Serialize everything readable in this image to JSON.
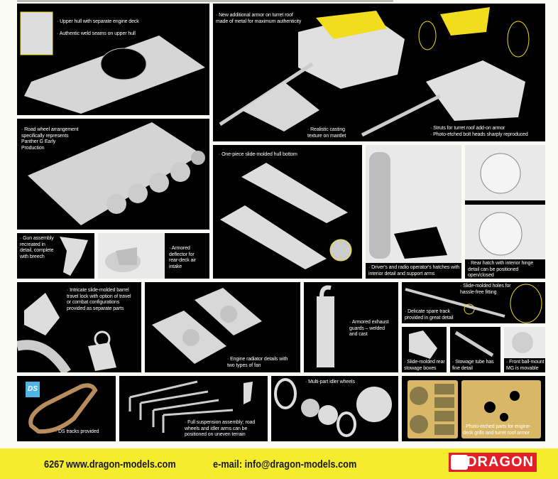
{
  "panels": {
    "upper_hull": [
      "Upper hull with separate engine deck",
      "Authentic weld seams on upper hull"
    ],
    "turret_armor": [
      "New additional armor on turret roof\nmade of metal for maximum authenticity"
    ],
    "mantlet": [
      "Realistic casting\ntexture on mantlet"
    ],
    "struts": [
      "Struts for turret roof add-on armor",
      "Photo-etched bolt heads sharply reproduced"
    ],
    "road_wheel": [
      "Road wheel arrangement\nspecifically represents\nPanther G Early\nProduction"
    ],
    "hull_bottom": [
      "One-piece slide-molded hull bottom"
    ],
    "drivers_hatch": [
      "Driver's and radio operator's hatches with\ninterior detail and support arms"
    ],
    "rear_hatch": [
      "Rear hatch with interior hinge\ndetail can be positioned\nopen/closed"
    ],
    "gun_assembly": [
      "Gun assembly\nrecreated in\ndetail, complete\nwith breech"
    ],
    "deflector": [
      "Armored\ndeflector for\nrear-deck air\nintake"
    ],
    "travel_lock": [
      "Intricate slide-molded barrel\ntravel lock with option of travel\nor combat configurations\nprovided as separate parts"
    ],
    "radiator": [
      "Engine radiator details with\ntwo types of fan"
    ],
    "exhaust": [
      "Armored exhaust\nguards – welded\nand cast"
    ],
    "holes": [
      "Slide-molded holes for\nhassle-free fitting"
    ],
    "spare_track": [
      "Delicate spare track\nprovided in great detail"
    ],
    "stowage_boxes": [
      "Slide-molded rear\nstowage boxes"
    ],
    "stowage_tube": [
      "Stowage tube has\nfine detail"
    ],
    "ball_mount": [
      "Front ball-mount\nMG is movable"
    ],
    "ds_tracks": [
      "DS tracks provided"
    ],
    "suspension": [
      "Full suspension assembly; road\nwheels and idler arms can be\npositioned on uneven terrain"
    ],
    "idler": [
      "Multi-part idler wheels"
    ],
    "photo_etched": [
      "Photo-etched parts for engine-\ndeck grills and turret roof armor"
    ]
  },
  "ds_logo": "DS",
  "footer": {
    "item_number": "6267",
    "website": "www.dragon-models.com",
    "email": "e-mail: info@dragon-models.com",
    "brand": "DRAGON"
  },
  "colors": {
    "footer": "#f4ec2c",
    "accent_yellow": "#f2dc1e",
    "brand_red": "#e2202a",
    "etch_gold": "#d8b866"
  }
}
